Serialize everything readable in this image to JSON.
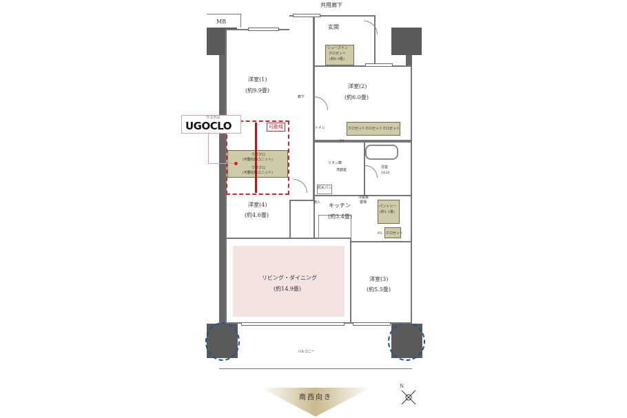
{
  "labels": {
    "common_corridor": "共用廊下",
    "mb": "MB",
    "entrance": "玄関",
    "shoe_closet": "シューズイン",
    "shoe_closet2": "クロゼット",
    "shoe_closet_size": "(約0.9畳)",
    "room1": "洋室(1)",
    "room1_size": "(約9.9畳)",
    "room2": "洋室(2)",
    "room2_size": "(約6.0畳)",
    "hallway": "廊下",
    "closet": "クロゼット",
    "toilet": "トイレ",
    "ps": "PS",
    "ugoclo_kana": "ウゴクロ",
    "ugoclo_unit": "(可動収納ユニット)",
    "movable_range": "可動域",
    "linen": "リネン庫",
    "washroom": "洗面室",
    "bath": "浴室",
    "bath_size": "1620",
    "waterproof_pan": "防水パン",
    "storage": "物入",
    "fridge": "冷蔵庫",
    "fridge2": "置場",
    "pantry": "パントリー",
    "pantry_size": "(約1.1畳)",
    "kitchen": "キッチン",
    "kitchen_size": "(約3.4畳)",
    "room4": "洋室(4)",
    "room4_size": "(約4.6畳)",
    "living": "リビング・ダイニング",
    "living_size": "(約14.9畳)",
    "room3": "洋室(3)",
    "room3_size": "(約5.5畳)",
    "balcony": "バルコニー"
  },
  "logo": {
    "text": "UGOCLO",
    "kana": "ウゴクロ"
  },
  "orientation": "南西向き",
  "compass": "N",
  "colors": {
    "closet": "#cfcaa8",
    "living": "#f3e4e2",
    "accent": "#c0292f",
    "highlight": "#1f4f9a",
    "banner": "#c9b98d"
  }
}
